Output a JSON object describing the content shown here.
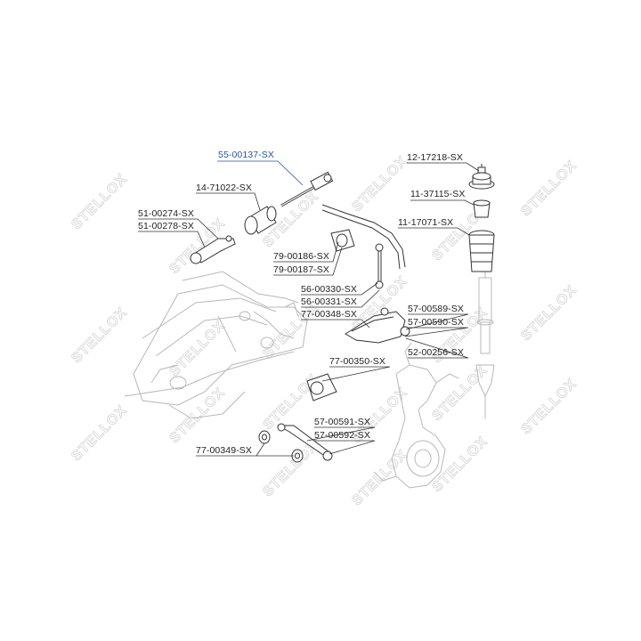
{
  "watermark": {
    "text": "STELLOX",
    "color": "#d9d9d9"
  },
  "highlight_color": "#2255aa",
  "labels": {
    "l55_00137": "55-00137-SX",
    "l14_71022": "14-71022-SX",
    "l51_00274": "51-00274-SX",
    "l51_00278": "51-00278-SX",
    "l12_17218": "12-17218-SX",
    "l11_37115": "11-37115-SX",
    "l11_17071": "11-17071-SX",
    "l79_00186": "79-00186-SX",
    "l79_00187": "79-00187-SX",
    "l56_00330": "56-00330-SX",
    "l56_00331": "56-00331-SX",
    "l77_00348": "77-00348-SX",
    "l57_00589": "57-00589-SX",
    "l57_00590": "57-00590-SX",
    "l52_00256": "52-00256-SX",
    "l77_00350": "77-00350-SX",
    "l57_00591": "57-00591-SX",
    "l57_00592": "57-00592-SX",
    "l77_00349": "77-00349-SX"
  }
}
